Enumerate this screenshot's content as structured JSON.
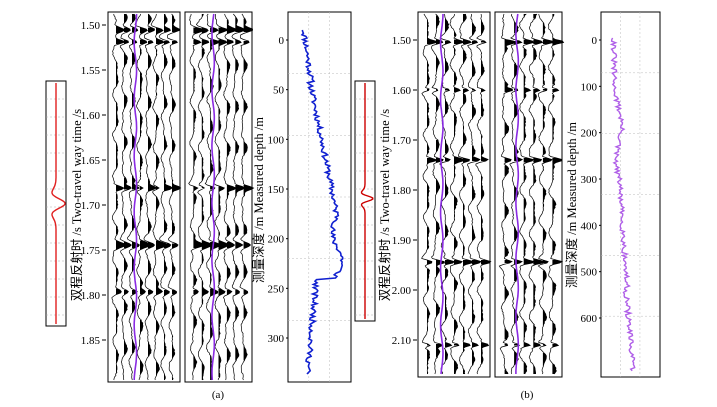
{
  "panel_a": {
    "caption": "(a)",
    "time_axis_label": "双程反射时 /s Two-travel way time /s",
    "depth_axis_label": "测量深度 /m Measured depth /m",
    "time_ticks": [
      "1.50",
      "1.55",
      "1.60",
      "1.65",
      "1.70",
      "1.75",
      "1.80",
      "1.85"
    ],
    "depth_ticks": [
      "0",
      "50",
      "100",
      "150",
      "200",
      "250",
      "300"
    ],
    "wavelet_color": "#e02020",
    "trace_highlight_color": "#8a2be2",
    "depth_curve_color": "#1020d0"
  },
  "panel_b": {
    "caption": "(b)",
    "time_axis_label": "双程反射时 /s Two-travel way time /s",
    "depth_axis_label": "测量深度 /m Measured depth /m",
    "time_ticks": [
      "1.50",
      "1.60",
      "1.70",
      "1.80",
      "1.90",
      "2.00",
      "2.10"
    ],
    "depth_ticks": [
      "0",
      "100",
      "200",
      "300",
      "400",
      "500",
      "600"
    ],
    "wavelet_color": "#cc0000",
    "trace_highlight_color": "#8a2be2",
    "depth_curve_color": "#b060e8"
  }
}
